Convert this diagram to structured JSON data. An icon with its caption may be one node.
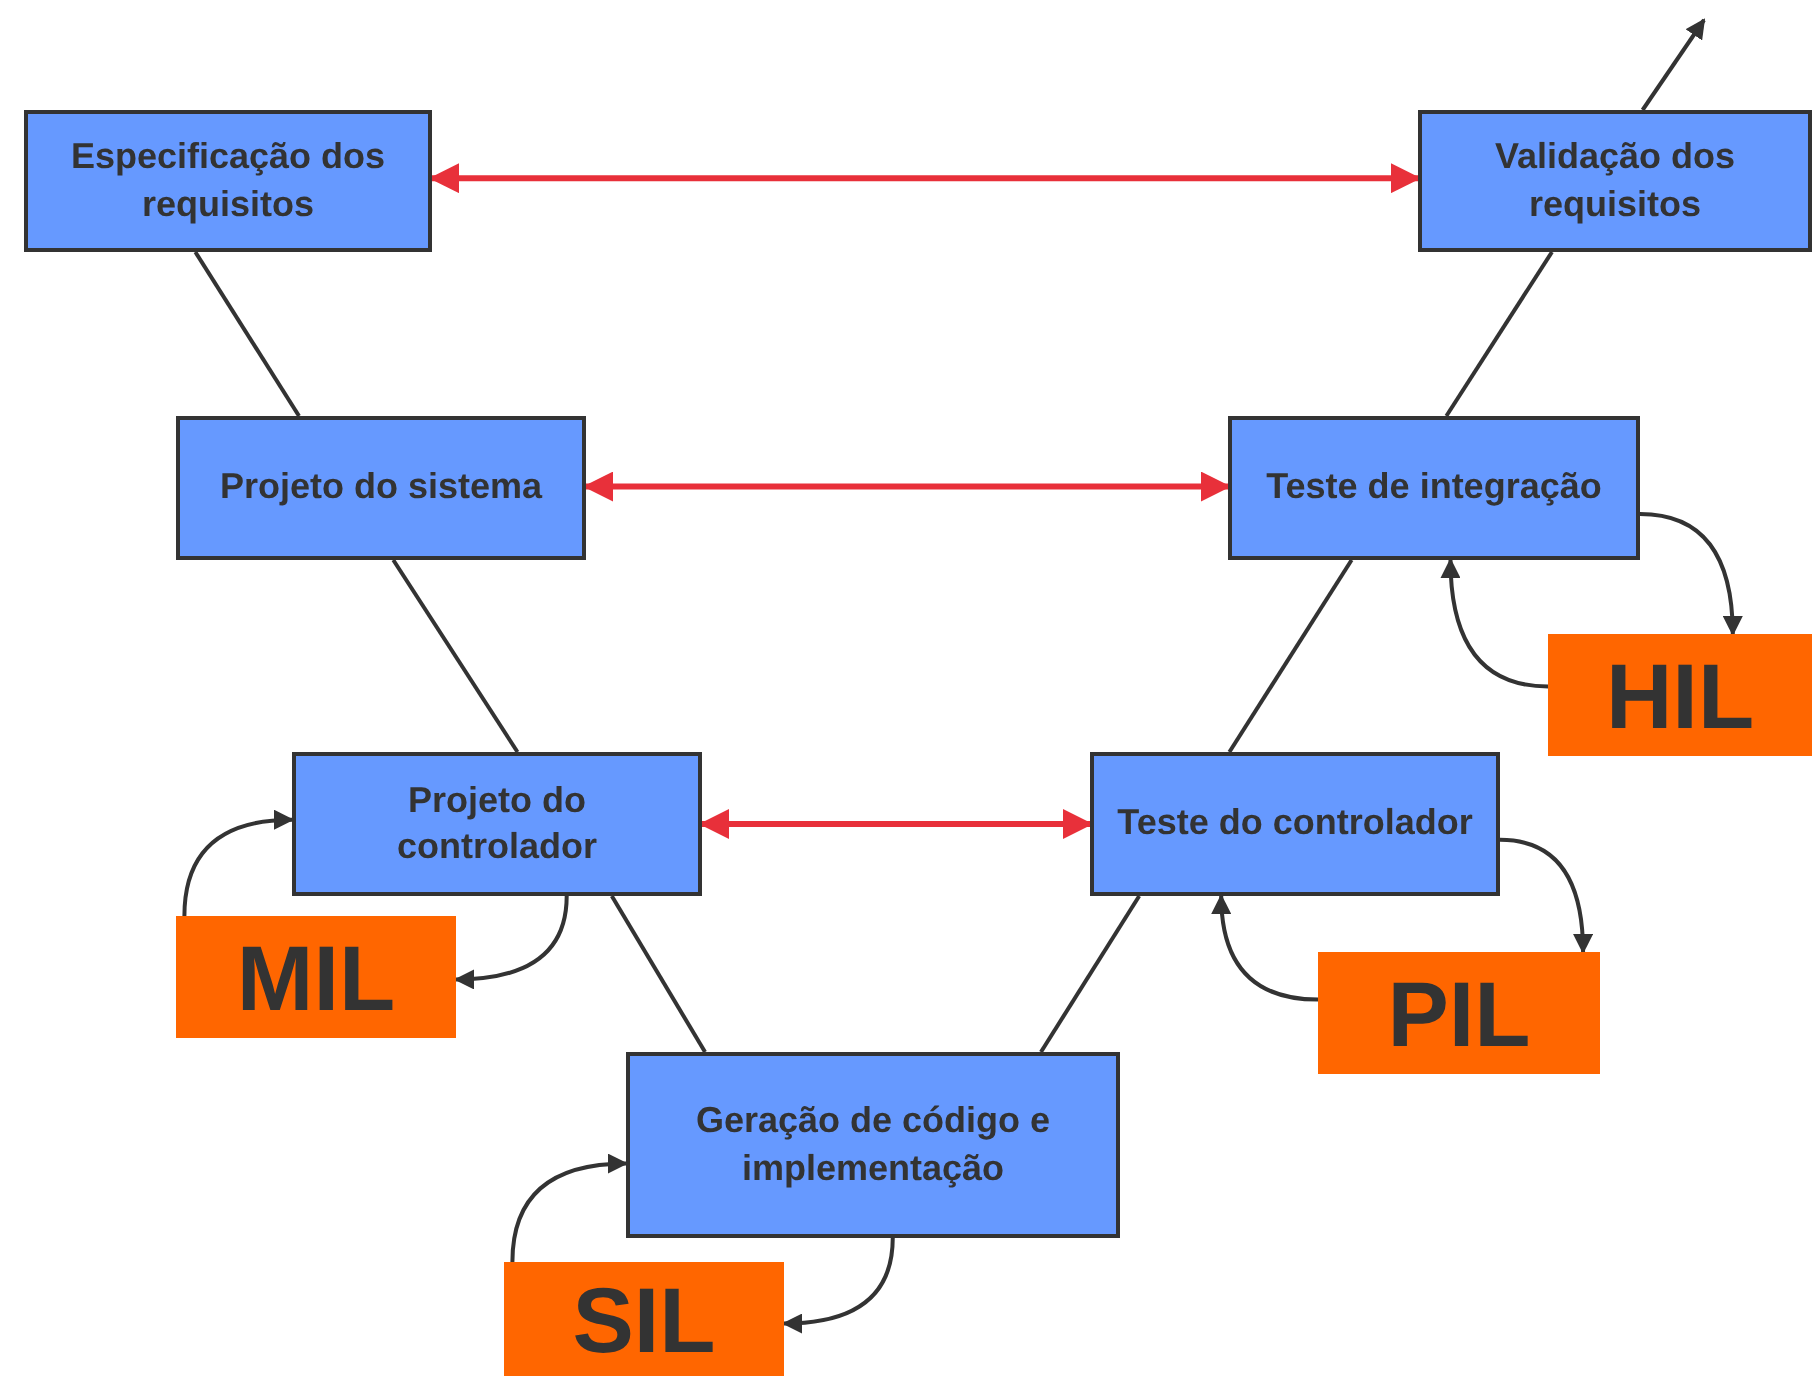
{
  "diagram": {
    "nodes": [
      {
        "text": [
          "Especificação dos requisitos"
        ]
      },
      {
        "text": [
          "Validação dos requisitos"
        ]
      },
      {
        "text": [
          "Projeto do sistema"
        ]
      },
      {
        "text": [
          "Teste de integração"
        ]
      },
      {
        "text": [
          "Projeto do controlador"
        ]
      },
      {
        "text": [
          "Teste do controlador"
        ]
      },
      {
        "text": [
          "Geração de código e implementação"
        ]
      },
      {
        "text": [
          "MIL"
        ]
      },
      {
        "text": [
          "PIL"
        ]
      },
      {
        "text": [
          "HIL"
        ]
      },
      {
        "text": [
          "SIL"
        ]
      }
    ],
    "edges": [
      {
        "from": 0,
        "to": 2,
        "arrow": "none"
      },
      {
        "from": 2,
        "to": 4,
        "arrow": "none"
      },
      {
        "from": 4,
        "to": 6,
        "arrow": "none"
      },
      {
        "from": 6,
        "to": 5,
        "arrow": "none"
      },
      {
        "from": 5,
        "to": 3,
        "arrow": "none"
      },
      {
        "from": 3,
        "to": 1,
        "arrow": "none"
      },
      {
        "from": 1,
        "to": null,
        "arrow": "to"
      },
      {
        "from": 0,
        "to": 1,
        "arrow": "both",
        "color": "#e8303a"
      },
      {
        "from": 2,
        "to": 3,
        "arrow": "both",
        "color": "#e8303a"
      },
      {
        "from": 4,
        "to": 5,
        "arrow": "both",
        "color": "#e8303a"
      },
      {
        "from": 4,
        "to": 7,
        "arrow": "to"
      },
      {
        "from": 7,
        "to": 4,
        "arrow": "to"
      },
      {
        "from": 6,
        "to": 10,
        "arrow": "to"
      },
      {
        "from": 10,
        "to": 6,
        "arrow": "to"
      },
      {
        "from": 3,
        "to": 9,
        "arrow": "to"
      },
      {
        "from": 9,
        "to": 3,
        "arrow": "to"
      },
      {
        "from": 5,
        "to": 8,
        "arrow": "to"
      },
      {
        "from": 8,
        "to": 5,
        "arrow": "to"
      }
    ]
  }
}
